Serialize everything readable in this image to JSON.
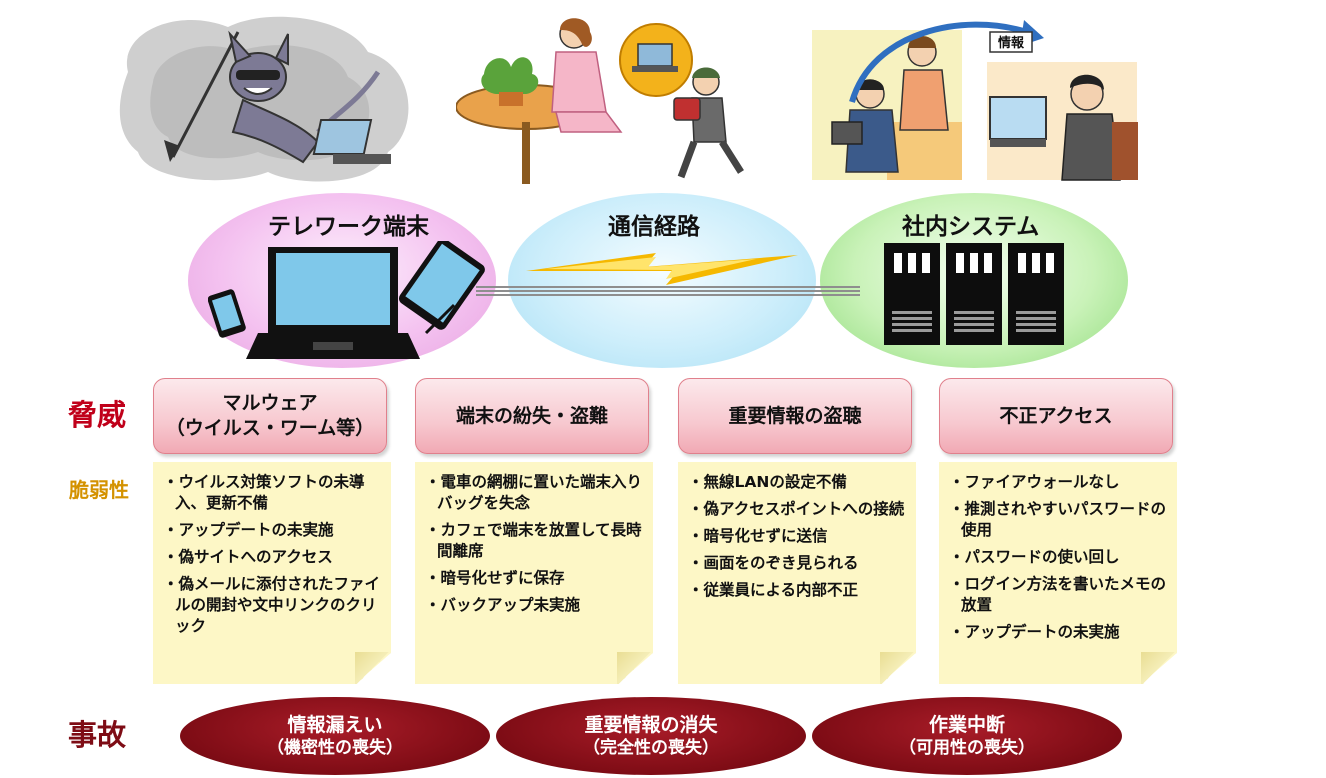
{
  "illustrations": {
    "office": {
      "label": "情報"
    }
  },
  "zones": {
    "terminal": {
      "title": "テレワーク端末"
    },
    "route": {
      "title": "通信経路"
    },
    "system": {
      "title": "社内システム"
    }
  },
  "rows": {
    "threat": "脅威",
    "vulnerability": "脆弱性",
    "accident": "事故"
  },
  "threats": [
    {
      "line1": "マルウェア",
      "line2": "（ウイルス・ワーム等）"
    },
    {
      "line1": "端末の紛失・盗難",
      "line2": ""
    },
    {
      "line1": "重要情報の盗聴",
      "line2": ""
    },
    {
      "line1": "不正アクセス",
      "line2": ""
    }
  ],
  "vulnerabilities": [
    [
      "ウイルス対策ソフトの未導入、更新不備",
      "アップデートの未実施",
      "偽サイトへのアクセス",
      "偽メールに添付されたファイルの開封や文中リンクのクリック"
    ],
    [
      "電車の網棚に置いた端末入りバッグを失念",
      "カフェで端末を放置して長時間離席",
      "暗号化せずに保存",
      "バックアップ未実施"
    ],
    [
      "無線LANの設定不備",
      "偽アクセスポイントへの接続",
      "暗号化せずに送信",
      "画面をのぞき見られる",
      "従業員による内部不正"
    ],
    [
      "ファイアウォールなし",
      "推測されやすいパスワードの使用",
      "パスワードの使い回し",
      "ログイン方法を書いたメモの放置",
      "アップデートの未実施"
    ]
  ],
  "accidents": [
    {
      "main": "情報漏えい",
      "sub": "（機密性の喪失）"
    },
    {
      "main": "重要情報の消失",
      "sub": "（完全性の喪失）"
    },
    {
      "main": "作業中断",
      "sub": "（可用性の喪失）"
    }
  ],
  "colors": {
    "threat_label": "#c0001a",
    "vulnerability_label": "#d49200",
    "accident_fill": "#7e0c15",
    "terminal_zone": "#f4c2f0",
    "route_zone": "#cdeefb",
    "system_zone": "#c9f2b8"
  },
  "icons": {
    "malware": "devil-hacker-icon",
    "theft": "laptop-thief-icon",
    "office": "office-workers-icon",
    "terminal": "laptop-tablet-icon",
    "route": "lightning-icon",
    "system": "server-rack-icon"
  }
}
